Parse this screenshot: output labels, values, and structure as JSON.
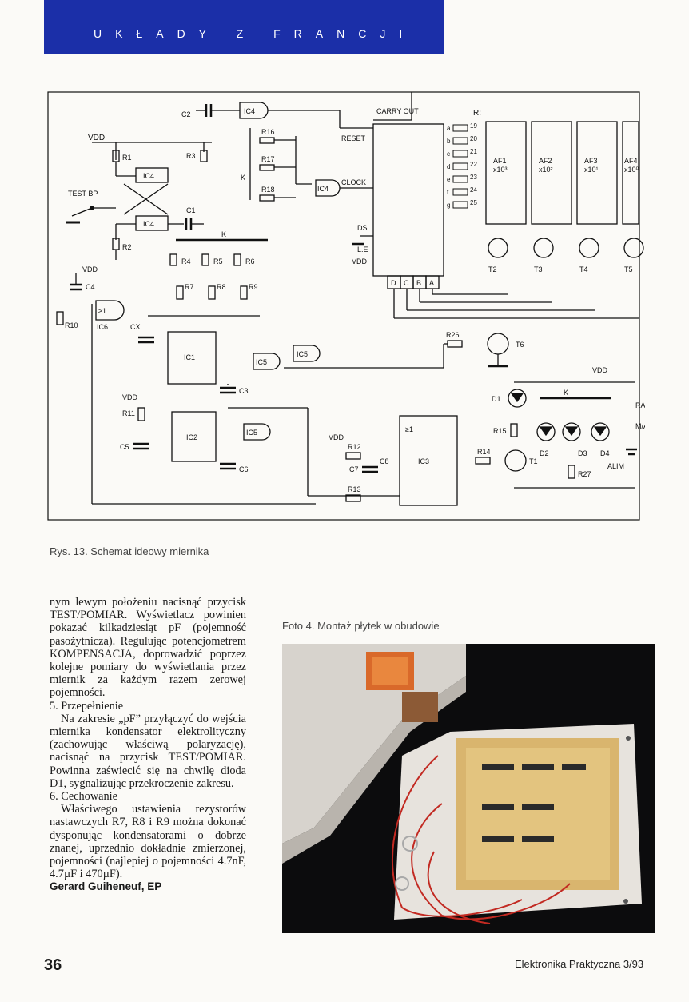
{
  "header": {
    "banner_text": "UKŁADY Z FRANCJI",
    "banner_color": "#1b2fa8"
  },
  "figure": {
    "caption": "Rys. 13. Schemat ideowy miernika",
    "labels": {
      "vdd": "VDD",
      "gnd_bar": "",
      "r1": "R1",
      "r2": "R2",
      "r3": "R3",
      "r4": "R4",
      "r5": "R5",
      "r6": "R6",
      "r7": "R7",
      "r8": "R8",
      "r9": "R9",
      "r10": "R10",
      "r11": "R11",
      "r12": "R12",
      "r13": "R13",
      "r14": "R14",
      "r15": "R15",
      "r16": "R16",
      "r17": "R17",
      "r18": "R18",
      "r26": "R26",
      "r27": "R27",
      "c1": "C1",
      "c2": "C2",
      "c3": "C3",
      "c4": "C4",
      "c5": "C5",
      "c6": "C6",
      "c7": "C7",
      "c8": "C8",
      "cx": "CX",
      "ic1": "IC1",
      "ic2": "IC2",
      "ic3": "IC3",
      "ic4": "IC4",
      "ic5": "IC5",
      "ic6": "IC6",
      "test_bp": "TEST BP",
      "k": "K",
      "reset": "RESET",
      "clock": "CLOCK",
      "carry_out": "CARRY OUT",
      "ds": "DS",
      "le": "L.E",
      "r_colon": "R:",
      "af1": "AF1",
      "af2": "AF2",
      "af3": "AF3",
      "af4": "AF4",
      "x103": "x10³",
      "x102": "x10²",
      "x101": "x10¹",
      "x100": "x10⁰",
      "t1": "T1",
      "t2": "T2",
      "t3": "T3",
      "t4": "T4",
      "t5": "T5",
      "t6": "T6",
      "d1": "D1",
      "d2": "D2",
      "d3": "D3",
      "d4": "D4",
      "raz": "RAZ",
      "ma": "M/A",
      "alim": "ALIM",
      "ge1": "≥1",
      "seg_a": "a",
      "seg_b": "b",
      "seg_c": "c",
      "seg_d": "d",
      "seg_e": "e",
      "seg_f": "f",
      "seg_g": "g",
      "r19": "19",
      "r20": "20",
      "r21": "21",
      "r22": "22",
      "r23": "23",
      "r24": "24",
      "r25": "25",
      "bcd_d": "D",
      "bcd_c": "C",
      "bcd_b": "B",
      "bcd_a": "A"
    }
  },
  "photo": {
    "caption": "Foto 4. Montaż płytek w obudowie"
  },
  "article": {
    "p1": "nym lewym położeniu nacisnąć przycisk TEST/POMIAR. Wyświetlacz powinien pokazać kilkadziesiąt pF (pojemność pasożytnicza). Regulując potencjometrem KOMPENSACJA, doprowadzić poprzez kolejne pomiary do wyświetlania przez miernik za każdym razem zerowej pojemności.",
    "h5": "5. Przepełnienie",
    "p2": "Na zakresie „pF” przyłączyć do wejścia miernika kondensator elektrolityczny (zachowując właściwą polaryzację), nacisnąć na przycisk TEST/POMIAR. Powinna zaświecić się na chwilę dioda D1, sygnalizując przekroczenie zakresu.",
    "h6": "6. Cechowanie",
    "p3": "Właściwego ustawienia rezystorów nastawczych R7, R8 i R9 można dokonać dysponując kondensatorami o dobrze znanej, uprzednio dokładnie zmierzonej, pojemności (najlepiej o pojemności 4.7nF, 4.7µF i 470µF).",
    "author": "Gerard Guiheneuf, EP"
  },
  "footer": {
    "page_number": "36",
    "journal": "Elektronika Praktyczna 3/93"
  }
}
